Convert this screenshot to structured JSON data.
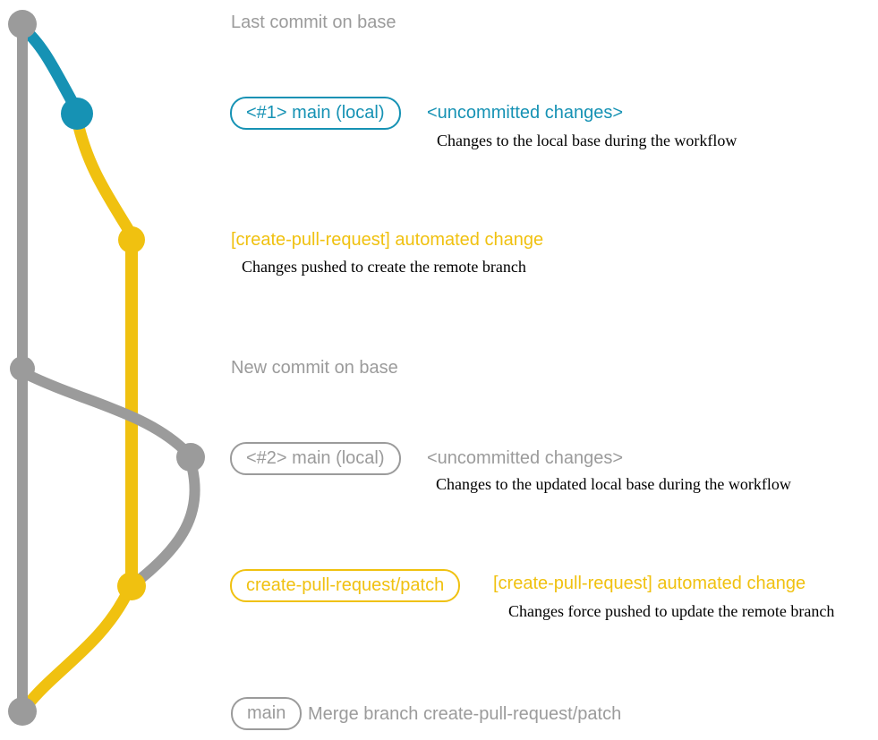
{
  "colors": {
    "gray": "#9b9b9b",
    "teal": "#1692b4",
    "yellow": "#f0c110",
    "text_dark": "#000000"
  },
  "annotations": {
    "last_commit_label": "Last commit on base",
    "branch1": {
      "badge": "<#1> main (local)",
      "status": "<uncommitted changes>",
      "desc": "Changes to the local base during the workflow"
    },
    "push1": {
      "title": "[create-pull-request] automated change",
      "desc": "Changes pushed to create the remote branch"
    },
    "new_commit_label": "New commit on base",
    "branch2": {
      "badge": "<#2> main (local)",
      "status": "<uncommitted changes>",
      "desc": "Changes to the updated local base during the workflow"
    },
    "push2": {
      "badge": "create-pull-request/patch",
      "title": "[create-pull-request] automated change",
      "desc": "Changes force pushed to update the remote branch"
    },
    "merge": {
      "badge": "main",
      "title": "Merge branch create-pull-request/patch"
    }
  }
}
